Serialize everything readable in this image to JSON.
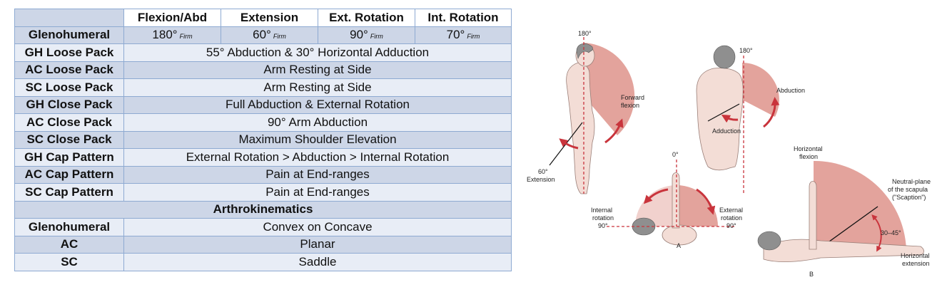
{
  "table": {
    "headers": [
      "Flexion/Abd",
      "Extension",
      "Ext. Rotation",
      "Int. Rotation"
    ],
    "gh_row": {
      "label": "Glenohumeral",
      "cells": [
        {
          "value": "180°",
          "note": "Firm"
        },
        {
          "value": "60°",
          "note": "Firm"
        },
        {
          "value": "90°",
          "note": "Firm"
        },
        {
          "value": "70°",
          "note": "Firm"
        }
      ]
    },
    "rows": [
      {
        "label": "GH Loose Pack",
        "value": "55° Abduction & 30° Horizontal Adduction"
      },
      {
        "label": "AC Loose Pack",
        "value": "Arm Resting at Side"
      },
      {
        "label": "SC Loose Pack",
        "value": "Arm Resting at Side"
      },
      {
        "label": "GH Close Pack",
        "value": "Full Abduction & External Rotation"
      },
      {
        "label": "AC Close Pack",
        "value": "90° Arm Abduction"
      },
      {
        "label": "SC Close Pack",
        "value": "Maximum Shoulder Elevation"
      },
      {
        "label": "GH Cap Pattern",
        "value": "External Rotation > Abduction > Internal Rotation"
      },
      {
        "label": "AC Cap Pattern",
        "value": "Pain at End-ranges"
      },
      {
        "label": "SC Cap Pattern",
        "value": "Pain at End-ranges"
      }
    ],
    "section_title": "Arthrokinematics",
    "arthro_rows": [
      {
        "label": "Glenohumeral",
        "value": "Convex on Concave"
      },
      {
        "label": "AC",
        "value": "Planar"
      },
      {
        "label": "SC",
        "value": "Saddle"
      }
    ]
  },
  "figure": {
    "side_view": {
      "top_angle": "180°",
      "flexion_label": [
        "Forward",
        "flexion"
      ],
      "extension_label": [
        "60°",
        "Extension"
      ]
    },
    "back_view": {
      "top_angle": "180°",
      "abduction_label": "Abduction",
      "adduction_label": "Adduction"
    },
    "rotation_view": {
      "top_angle": "0°",
      "internal_label": [
        "Internal",
        "rotation",
        "90°"
      ],
      "external_label": [
        "External",
        "rotation",
        "90°"
      ],
      "panel_letter": "A"
    },
    "horizontal_view": {
      "flexion_label": [
        "Horizontal",
        "flexion"
      ],
      "scaption_label": [
        "Neutral-plane",
        "of the scapula",
        "(\"Scaption\")"
      ],
      "angle_label": "30–45°",
      "extension_label": [
        "Horizontal",
        "extension"
      ],
      "panel_letter": "B"
    },
    "colors": {
      "wedge": "#e3a39c",
      "arrow": "#c9343c",
      "skin": "#f3ddd6",
      "hair": "#8f8f8f"
    }
  }
}
